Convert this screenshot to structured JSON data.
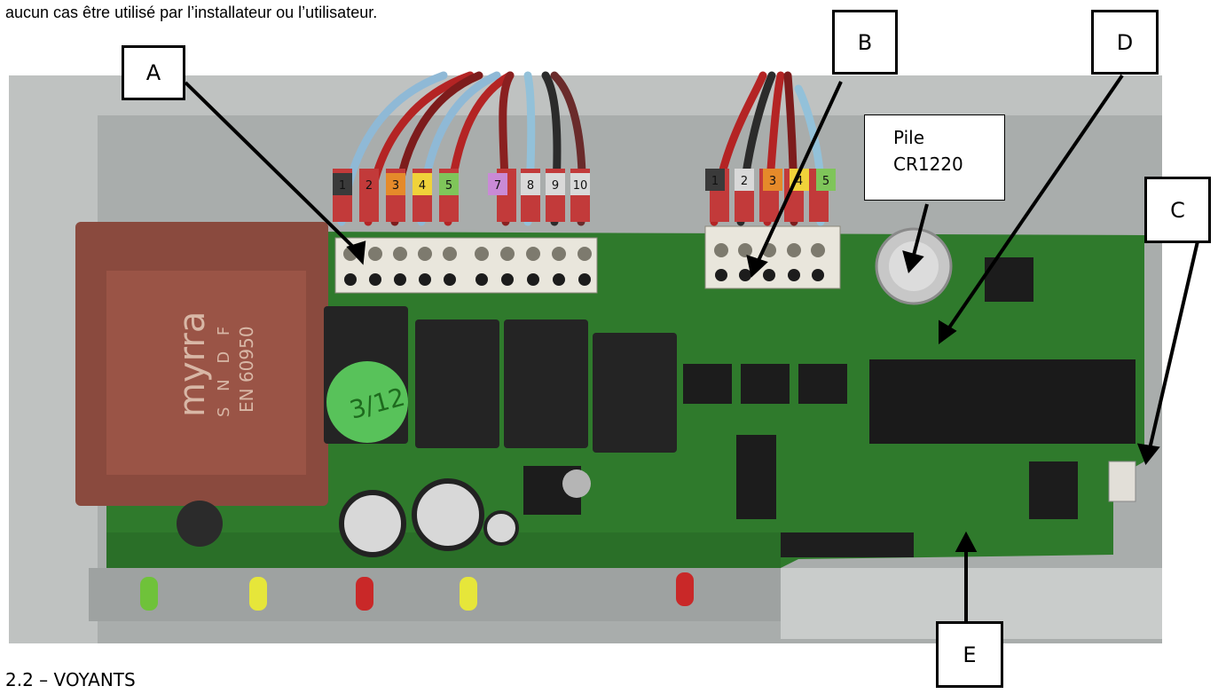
{
  "document": {
    "intro_text": "aucun cas être utilisé par l’installateur ou l’utilisateur.",
    "section_title": "2.2 – VOYANTS"
  },
  "callouts": {
    "a": "A",
    "b": "B",
    "c": "C",
    "d": "D",
    "e": "E"
  },
  "battery_label": {
    "line1": "Pile",
    "line2": "CR1220"
  },
  "photo_text": {
    "transformer_brand": "myrra",
    "transformer_standard": "EN 60950",
    "transformer_marks": "S N D F",
    "sticker": "3/12",
    "wire_numbers_a": [
      "1",
      "2",
      "3",
      "4",
      "5",
      "7",
      "8",
      "9",
      "10"
    ],
    "wire_numbers_b": [
      "1",
      "2",
      "3",
      "4",
      "5"
    ]
  },
  "colors": {
    "pcb_green": "#2f7a2c",
    "transformer_brown": "#8a4a3e",
    "terminal_white": "#e9e6dc",
    "metal_plate": "#b9bcbb"
  }
}
